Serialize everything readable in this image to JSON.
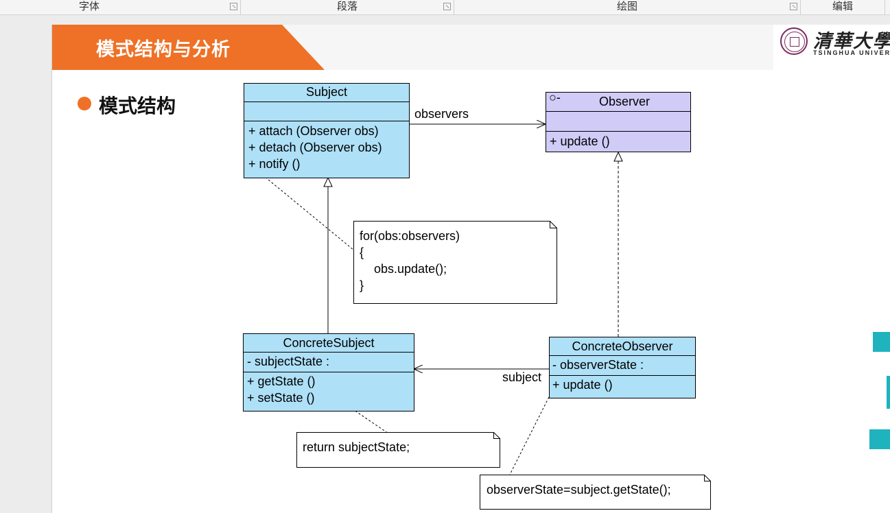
{
  "ribbon": {
    "groups": [
      "字体",
      "段落",
      "绘图",
      "编辑"
    ]
  },
  "slide": {
    "title": "模式结构与分析",
    "bullet": "模式结构",
    "logo_cn": "清華大學出",
    "logo_en": "TSINGHUA UNIVERSITY"
  },
  "uml": {
    "subject": {
      "name": "Subject",
      "ops": [
        "+  attach (Observer obs)",
        "+  detach (Observer obs)",
        "+  notify ()"
      ]
    },
    "observer": {
      "name": "Observer",
      "stereotype_glyph": "○-",
      "ops": [
        "+  update ()"
      ]
    },
    "concrete_subject": {
      "name": "ConcreteSubject",
      "attrs": [
        "-  subjectState  :"
      ],
      "ops": [
        "+  getState ()",
        "+  setState ()"
      ]
    },
    "concrete_observer": {
      "name": "ConcreteObserver",
      "attrs": [
        "-  observerState  :"
      ],
      "ops": [
        "+  update ()"
      ]
    },
    "assoc_observers_label": "observers",
    "assoc_subject_label": "subject",
    "note_notify": [
      "for(obs:observers)",
      "{",
      "obs.update();",
      "}"
    ],
    "note_getstate": "return subjectState;",
    "note_update": "observerState=subject.getState();"
  },
  "colors": {
    "accent": "#ee7127",
    "class_fill": "#aee0f7",
    "interface_fill": "#d0cbf7",
    "decoration": "#1fb3bd"
  }
}
